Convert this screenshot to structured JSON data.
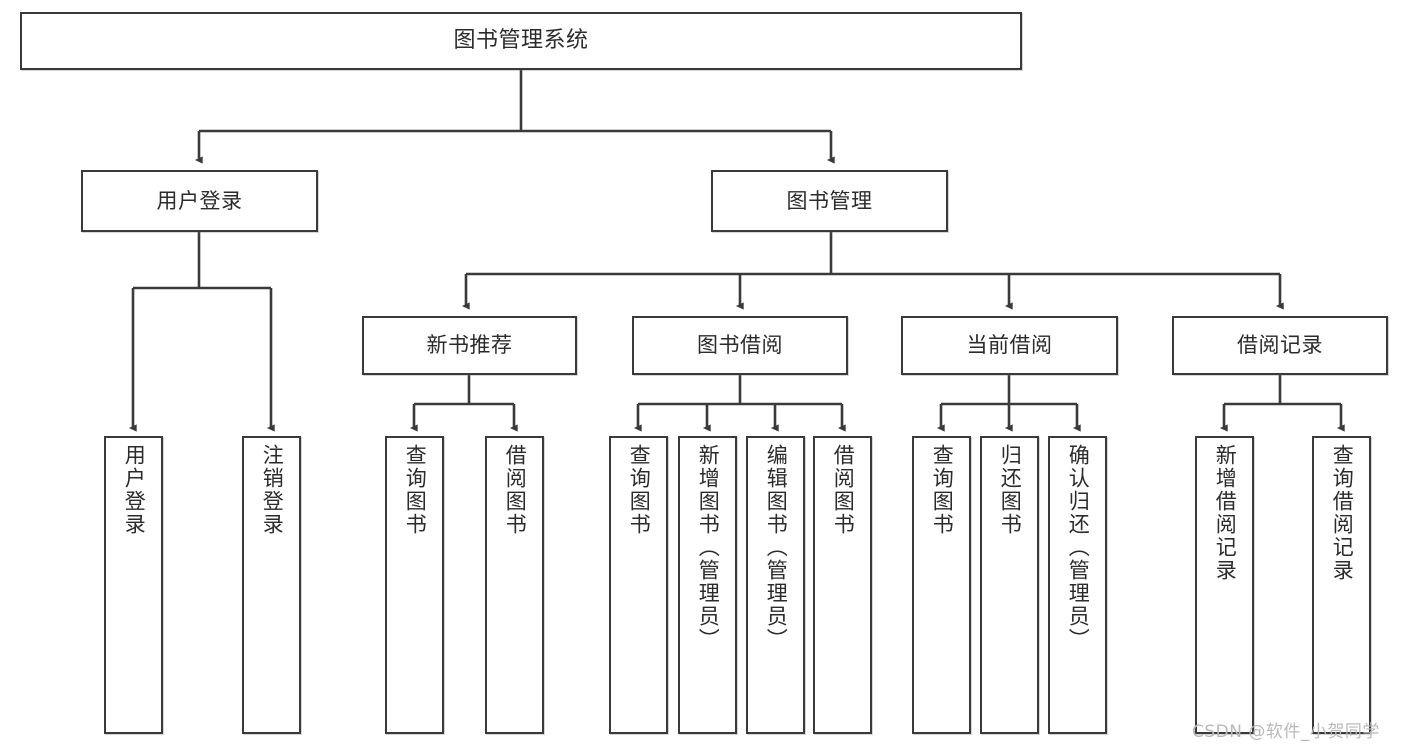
{
  "diagram": {
    "title": "图书管理系统",
    "type": "hierarchy-tree",
    "root": {
      "id": "root",
      "label": "图书管理系统"
    },
    "level2": [
      {
        "id": "user-login",
        "label": "用户登录"
      },
      {
        "id": "book-manage",
        "label": "图书管理"
      }
    ],
    "level3": [
      {
        "id": "new-book-recommend",
        "label": "新书推荐"
      },
      {
        "id": "book-borrow",
        "label": "图书借阅"
      },
      {
        "id": "current-borrow",
        "label": "当前借阅"
      },
      {
        "id": "borrow-record",
        "label": "借阅记录"
      }
    ],
    "leaves": {
      "user_login": [
        {
          "id": "leaf-user-login",
          "label": "用户登录"
        },
        {
          "id": "leaf-logout-login",
          "label": "注销登录"
        }
      ],
      "new_book_recommend": [
        {
          "id": "leaf-query-book-1",
          "label": "查询图书"
        },
        {
          "id": "leaf-borrow-book-1",
          "label": "借阅图书"
        }
      ],
      "book_borrow": [
        {
          "id": "leaf-query-book-2",
          "label": "查询图书"
        },
        {
          "id": "leaf-add-book",
          "label": "新增图书（管理员）"
        },
        {
          "id": "leaf-edit-book",
          "label": "编辑图书（管理员）"
        },
        {
          "id": "leaf-borrow-book-2",
          "label": "借阅图书"
        }
      ],
      "current_borrow": [
        {
          "id": "leaf-query-book-3",
          "label": "查询图书"
        },
        {
          "id": "leaf-return-book",
          "label": "归还图书"
        },
        {
          "id": "leaf-confirm-return",
          "label": "确认归还（管理员）"
        }
      ],
      "borrow_record": [
        {
          "id": "leaf-add-borrow-record",
          "label": "新增借阅记录"
        },
        {
          "id": "leaf-query-borrow-record",
          "label": "查询借阅记录"
        }
      ]
    }
  },
  "watermark": {
    "text": "CSDN @软件_小贺同学"
  },
  "colors": {
    "border": "#3a3a3a",
    "text": "#2b2b2b",
    "background": "#ffffff",
    "watermark": "#b9b9b9"
  }
}
